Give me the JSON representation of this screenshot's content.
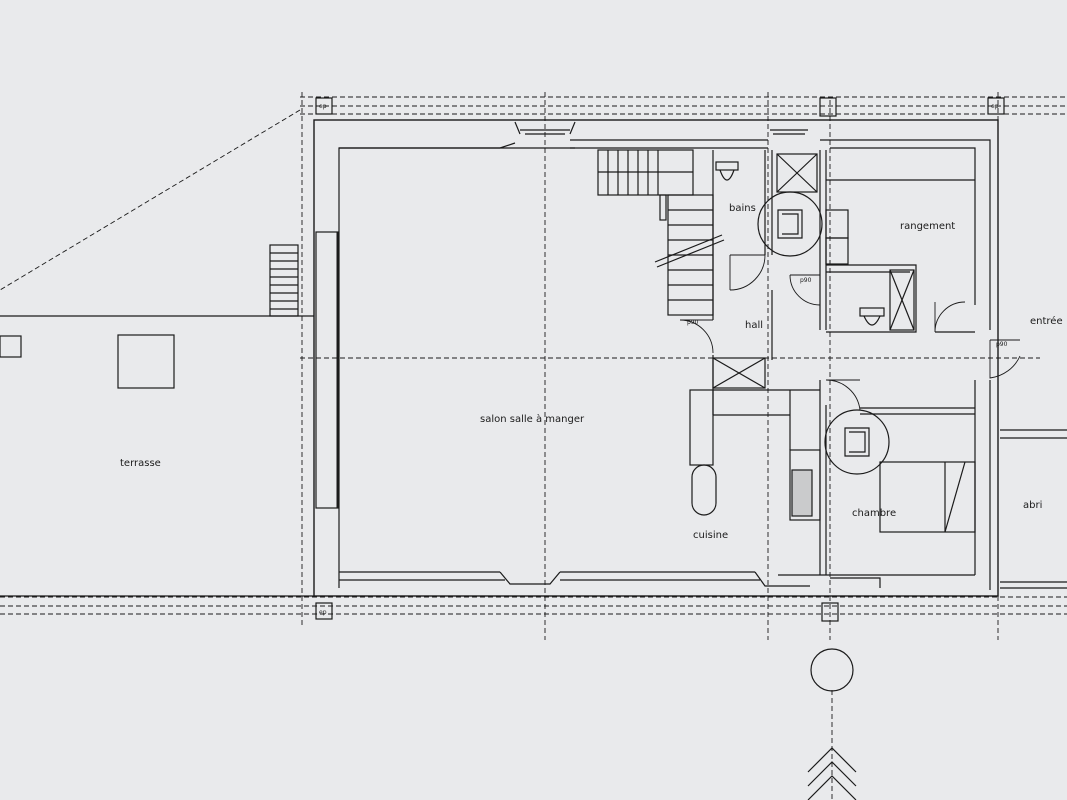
{
  "paper_color": "#e9eaec",
  "line_color": "#1b1b1b",
  "rooms": {
    "terrasse": "terrasse",
    "salon": "salon salle à manger",
    "cuisine": "cuisine",
    "hall": "hall",
    "bains": "bains",
    "rangement": "rangement",
    "entree": "entrée",
    "chambre": "chambre",
    "abri": "abri"
  },
  "markers": {
    "ep_top_left": "ep",
    "ep_top_right": "ep",
    "ep_bottom_left": "ep",
    "door_tag": "p90"
  },
  "icons": [
    "wheelchair-turning-circle-icon",
    "toilet-icon",
    "shower-icon",
    "sink-icon",
    "north-arrow-icon"
  ]
}
